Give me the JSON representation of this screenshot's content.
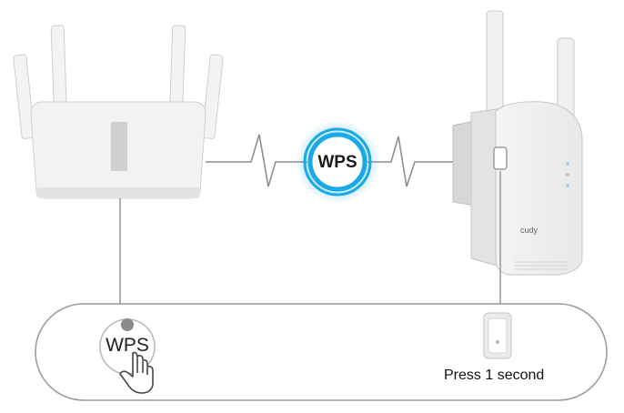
{
  "connection": {
    "wps_label": "WPS"
  },
  "router": {
    "wps_button_label": "WPS"
  },
  "extender": {
    "brand": "cudy"
  },
  "instruction": {
    "caption": "Press 1 second"
  },
  "colors": {
    "wps_ring": "#19a9e6",
    "line": "#9a9a9a",
    "device": "#eeeeee",
    "outline": "#bdbdbd"
  }
}
